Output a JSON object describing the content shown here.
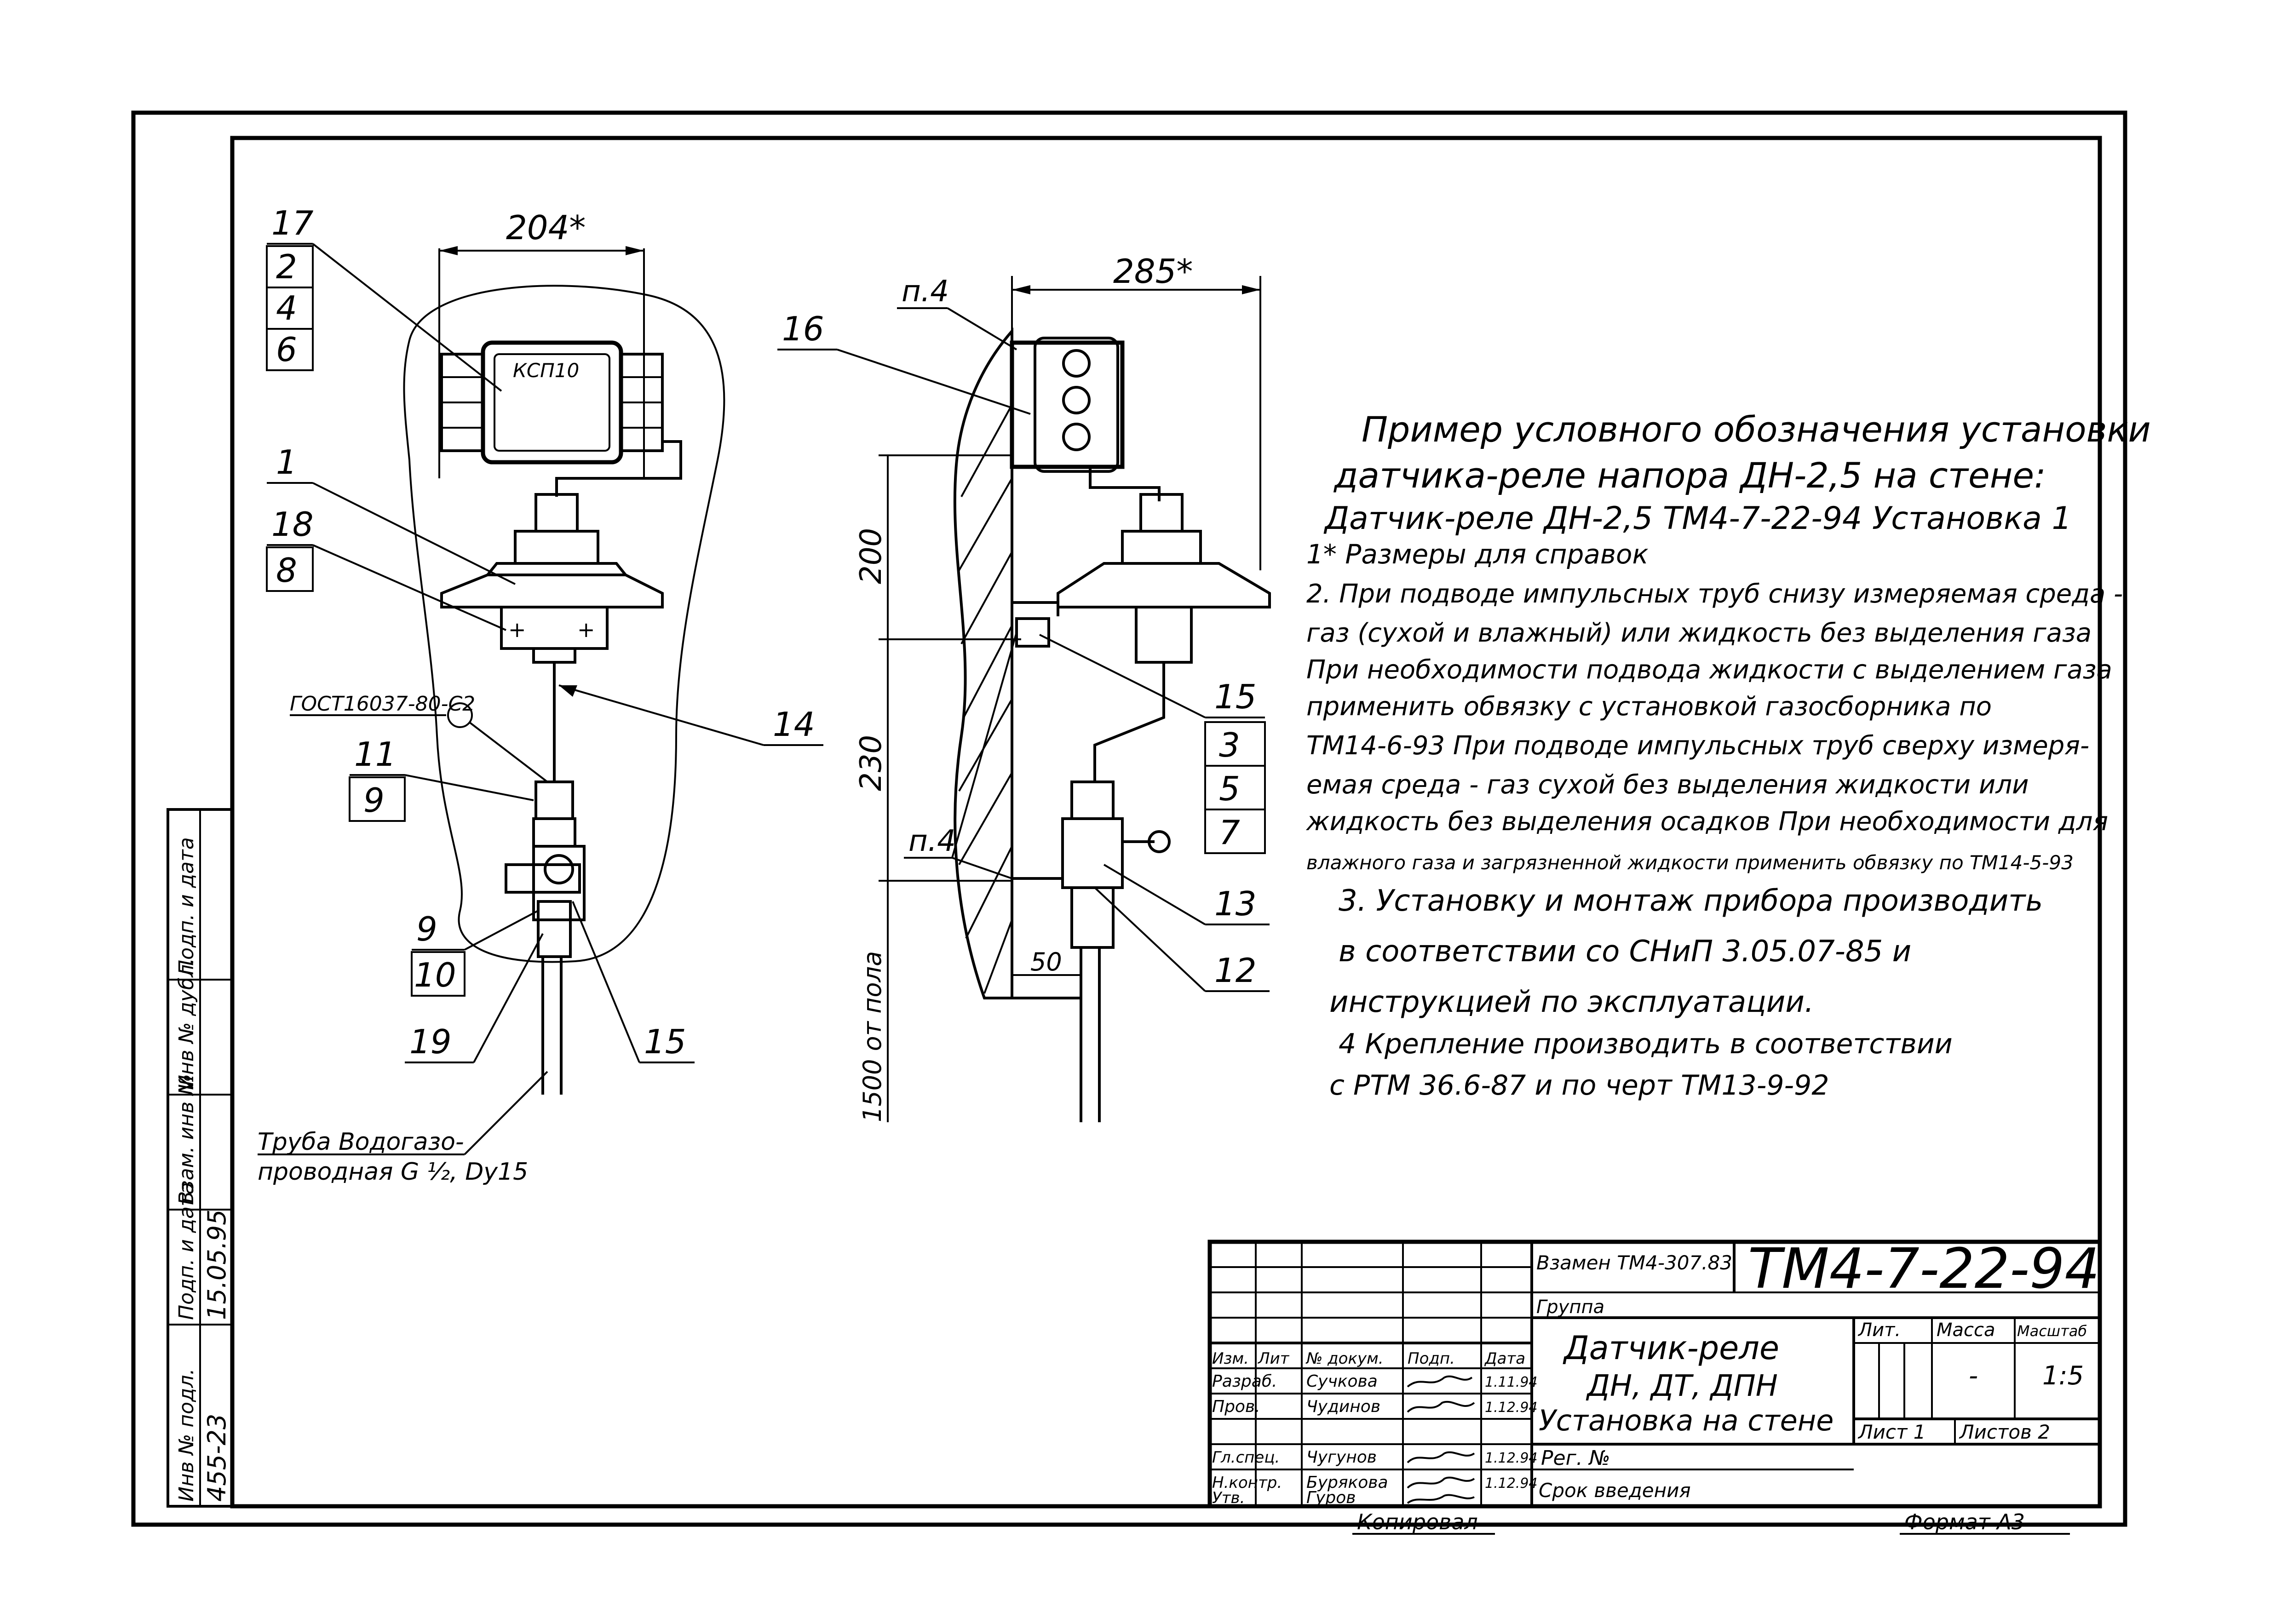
{
  "front_view": {
    "dim_width": "204*",
    "box_label": "КСП10",
    "gost_label": "ГОСТ16037-80-С2",
    "callouts_left": [
      "17",
      "2",
      "4",
      "6",
      "1",
      "18",
      "8",
      "11",
      "9",
      "9",
      "10",
      "19",
      "15",
      "14"
    ],
    "pipe_label_line1": "Труба Водогазо-",
    "pipe_label_line2": "проводная G ½, Dу15"
  },
  "side_view": {
    "dim_width": "285*",
    "callout_16": "16",
    "callout_n4_top": "п.4",
    "callout_n4_mid": "п.4",
    "dim_200": "200",
    "dim_230": "230",
    "dim_50": "50",
    "dim_floor": "1500 от пола",
    "callouts_right": [
      "15",
      "3",
      "5",
      "7",
      "13",
      "12"
    ]
  },
  "notes": {
    "title_line1": "Пример условного обозначения установки",
    "title_line2": "датчика-реле напора ДН-2,5 на стене:",
    "title_line3": "Датчик-реле ДН-2,5 ТМ4-7-22-94 Установка 1",
    "note1": "1* Размеры для справок",
    "note2_l1": "2. При подводе импульсных труб снизу измеряемая среда -",
    "note2_l2": "газ (сухой и влажный) или жидкость без выделения газа",
    "note2_l3": "При необходимости подвода жидкости с выделением газа",
    "note2_l4": "применить обвязку с установкой газосборника по",
    "note2_l5": "ТМ14-6-93 При подводе импульсных труб сверху измеря-",
    "note2_l6": "емая среда - газ сухой без выделения жидкости или",
    "note2_l7": "жидкость без выделения осадков При необходимости для",
    "note2_l8": "влажного газа и загрязненной жидкости применить обвязку по ТМ14-5-93",
    "note3_l1": "3. Установку и монтаж прибора производить",
    "note3_l2": "в соответствии со СНиП 3.05.07-85 и",
    "note3_l3": "инструкцией по эксплуатации.",
    "note4_l1": "4 Крепление производить в соответствии",
    "note4_l2": "с РТМ 36.6-87 и по черт ТМ13-9-92"
  },
  "side_stamp": {
    "col1": "Инв № подл.",
    "col2": "Подп. и дата",
    "col3": "Взам. инв №",
    "col4": "Инв № дубл.",
    "col5": "Подп. и дата",
    "val1": "455-23",
    "val2": "15.05.95"
  },
  "title_block": {
    "replaces": "Взамен ТМ4-307.83",
    "group": "Группа",
    "code": "ТМ4-7-22-94",
    "name_l1": "Датчик-реле",
    "name_l2": "ДН, ДТ, ДПН",
    "name_l3": "Установка на стене",
    "hdr_izm": "Изм.",
    "hdr_list": "Лит",
    "hdr_doc": "№ докум.",
    "hdr_sign": "Подп.",
    "hdr_date": "Дата",
    "rows": [
      {
        "role": "Разраб.",
        "name": "Сучкова",
        "date": "1.11.94"
      },
      {
        "role": "Пров.",
        "name": "Чудинов",
        "date": "1.12.94"
      },
      {
        "role": "Гл.спец.",
        "name": "Чугунов",
        "date": "1.12.94"
      },
      {
        "role": "Н.контр.",
        "name": "Бурякова",
        "date": "1.12.94"
      },
      {
        "role": "Утв.",
        "name": "Гуров",
        "date": ""
      }
    ],
    "lit": "Лит.",
    "mass": "Масса",
    "scale": "Масштаб",
    "mass_val": "-",
    "scale_val": "1:5",
    "sheet": "Лист 1",
    "sheets": "Листов 2",
    "reg": "Рег. №",
    "term": "Срок введения",
    "copied": "Копировал",
    "format": "Формат А3"
  }
}
